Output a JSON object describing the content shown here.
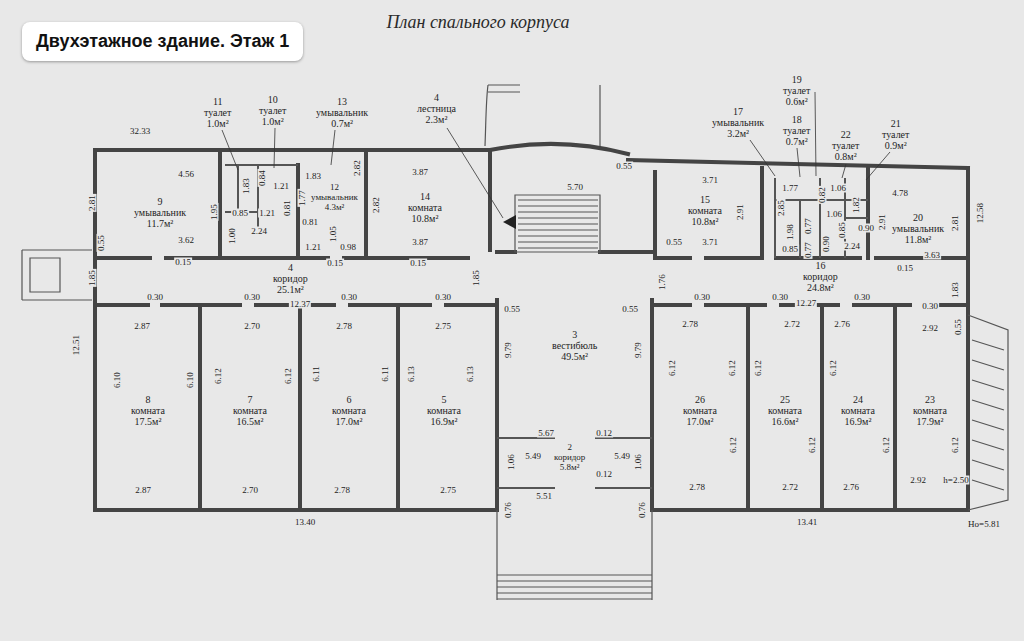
{
  "diagram": {
    "title": "Двухэтажное здание. Этаж 1",
    "nodes": [
      {
        "text": [
          "11",
          "туалет",
          "1.0м²"
        ]
      },
      {
        "text": [
          "10",
          "туалет",
          "1.0м²"
        ]
      },
      {
        "text": [
          "13",
          "умывальник",
          "0.7м²"
        ]
      },
      {
        "text": [
          "4",
          "лестница",
          "2.3м²"
        ]
      },
      {
        "text": [
          "19",
          "туалет",
          "0.6м²"
        ]
      },
      {
        "text": [
          "17",
          "умывальник",
          "3.2м²"
        ]
      },
      {
        "text": [
          "18",
          "туалет",
          "0.7м²"
        ]
      },
      {
        "text": [
          "21",
          "туалет",
          "0.9м²"
        ]
      },
      {
        "text": [
          "22",
          "туалет",
          "0.8м²"
        ]
      },
      {
        "text": [
          "9",
          "умывальник",
          "11.7м²"
        ]
      },
      {
        "text": [
          "12",
          "умывальник",
          "4.3м²"
        ]
      },
      {
        "text": [
          "14",
          "комната",
          "10.8м²"
        ]
      },
      {
        "text": [
          "15",
          "комната",
          "10.8м²"
        ]
      },
      {
        "text": [
          "20",
          "умывальник",
          "11.8м²"
        ]
      },
      {
        "text": [
          "4",
          "коридор",
          "25.1м²"
        ]
      },
      {
        "text": [
          "16",
          "коридор",
          "24.8м²"
        ]
      },
      {
        "text": [
          "8",
          "комната",
          "17.5м²"
        ]
      },
      {
        "text": [
          "7",
          "комната",
          "16.5м²"
        ]
      },
      {
        "text": [
          "6",
          "комната",
          "17.0м²"
        ]
      },
      {
        "text": [
          "5",
          "комната",
          "16.9м²"
        ]
      },
      {
        "text": [
          "3",
          "вестибюль",
          "49.5м²"
        ]
      },
      {
        "text": [
          "26",
          "комната",
          "17.0м²"
        ]
      },
      {
        "text": [
          "25",
          "комната",
          "16.6м²"
        ]
      },
      {
        "text": [
          "24",
          "комната",
          "16.9м²"
        ]
      },
      {
        "text": [
          "23",
          "комната",
          "17.9м²"
        ]
      },
      {
        "text": [
          "2",
          "коридор",
          "5.8м²"
        ]
      }
    ],
    "labels": [
      "План спального корпуса",
      "32.33",
      "4.56",
      "2.81",
      "3.62",
      "0.15",
      "1.95",
      "1.00",
      "0.85",
      "1.21",
      "0.81",
      "2.24",
      "1.83",
      "0.84",
      "1.21",
      "1.83",
      "1.77",
      "0.81",
      "1.05",
      "1.21",
      "0.98",
      "2.82",
      "3.87",
      "2.82",
      "3.87",
      "0.15",
      "0.15",
      "0.55",
      "1.85",
      "0.30",
      "0.30",
      "12.37",
      "0.30",
      "0.30",
      "1.85",
      "0.55",
      "12.51",
      "2.87",
      "2.70",
      "2.78",
      "2.75",
      "6.10",
      "6.10",
      "6.12",
      "6.12",
      "6.11",
      "6.11",
      "6.13",
      "6.13",
      "2.87",
      "2.70",
      "2.78",
      "2.75",
      "13.40",
      "9.79",
      "5.67",
      "0.12",
      "5.49",
      "0.12",
      "5.49",
      "5.51",
      "1.06",
      "1.06",
      "0.76",
      "0.76",
      "9.79",
      "0.55",
      "5.70",
      "0.55",
      "3.71",
      "2.91",
      "0.55",
      "3.71",
      "1.77",
      "2.85",
      "1.98",
      "0.85",
      "0.77",
      "0.77",
      "1.06",
      "0.82",
      "1.82",
      "1.06",
      "0.85",
      "0.90",
      "2.24",
      "0.90",
      "2.91",
      "4.78",
      "2.81",
      "3.63",
      "0.15",
      "12.58",
      "1.76",
      "0.30",
      "0.30",
      "12.27",
      "0.30",
      "0.30",
      "1.83",
      "0.55",
      "2.78",
      "2.72",
      "2.76",
      "2.92",
      "6.12",
      "6.12",
      "6.12",
      "6.12",
      "6.12",
      "6.12",
      "6.12",
      "6.12",
      "2.78",
      "2.72",
      "2.76",
      "2.92",
      "h=2.50",
      "13.41",
      "Ho=5.81"
    ]
  }
}
